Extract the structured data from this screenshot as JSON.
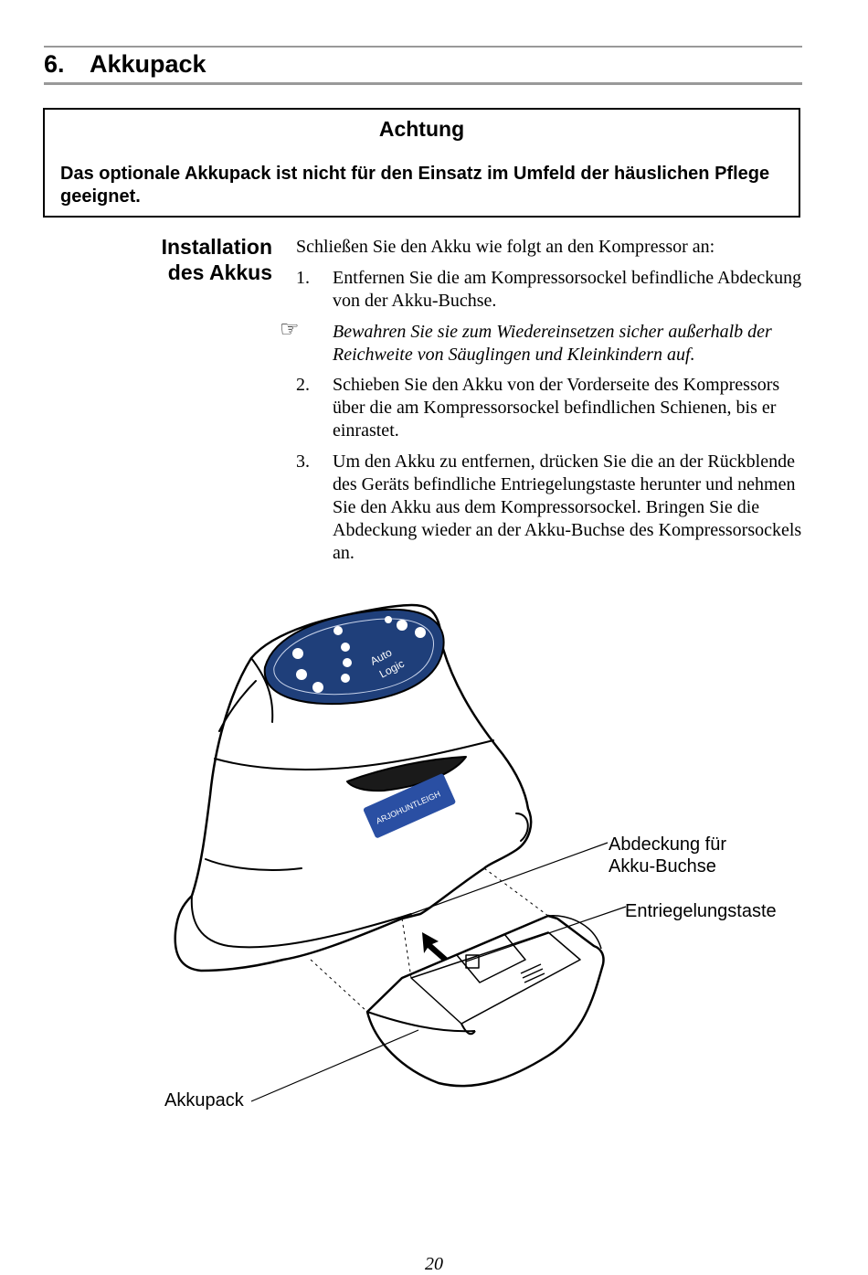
{
  "chapter": {
    "number": "6.",
    "title": "Akkupack"
  },
  "warning": {
    "title": "Achtung",
    "text": "Das optionale Akkupack ist nicht für den Einsatz im Umfeld der häuslichen Pflege geeignet."
  },
  "section": {
    "heading_line1": "Installation",
    "heading_line2": "des Akkus",
    "intro": "Schließen Sie den Akku wie folgt an den Kompressor an:",
    "steps": [
      {
        "number": "1.",
        "text": "Entfernen Sie die am Kompressorsockel befindliche Abdeckung von der Akku-Buchse."
      },
      {
        "number": "2.",
        "text": "Schieben Sie den Akku von der Vorderseite des Kompressors über die am Kompressorsockel befindlichen Schienen, bis er einrastet."
      },
      {
        "number": "3.",
        "text": "Um den Akku zu entfernen, drücken Sie die an der Rückblende des Geräts befindliche Entriegelungstaste herunter und nehmen Sie den Akku aus dem Kompressorsockel. Bringen Sie die Abdeckung wieder an der Akku-Buchse des Kompressorsockels an."
      }
    ],
    "note": {
      "icon": "pointing-hand-icon",
      "text": "Bewahren Sie sie zum Wiedereinsetzen sicher außerhalb der Reichweite von Säuglingen und Kleinkindern auf."
    }
  },
  "figure": {
    "panel_label_line1": "Auto",
    "panel_label_line2": "Logic",
    "brand_label": "ARJOHUNTLEIGH",
    "callouts": {
      "cover_line1": "Abdeckung für",
      "cover_line2": "Akku-Buchse",
      "release": "Entriegelungstaste",
      "battery": "Akkupack"
    }
  },
  "page_number": "20",
  "colors": {
    "panel_blue": "#1f3f7a",
    "brand_blue": "#2a4fa3",
    "rule_gray": "#999999"
  }
}
